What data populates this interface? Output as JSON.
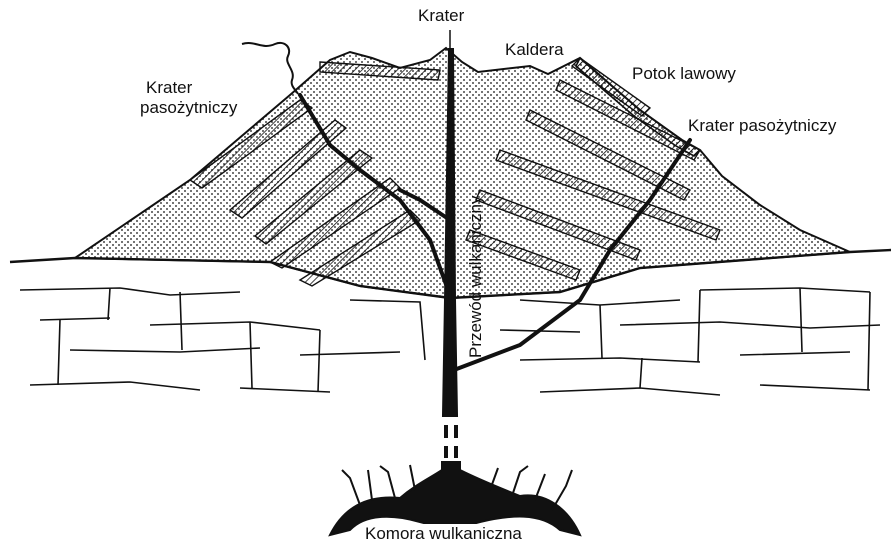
{
  "labels": {
    "crater": "Krater",
    "caldera": "Kaldera",
    "lava_flow": "Potok lawowy",
    "parasitic_crater_left_1": "Krater",
    "parasitic_crater_left_2": "pasożytniczy",
    "parasitic_crater_right": "Krater pasożytniczy",
    "volcanic_conduit": "Przewód wulkaniczny",
    "magma_chamber": "Komora wulkaniczna"
  },
  "colors": {
    "ink": "#111111",
    "background": "#ffffff"
  }
}
